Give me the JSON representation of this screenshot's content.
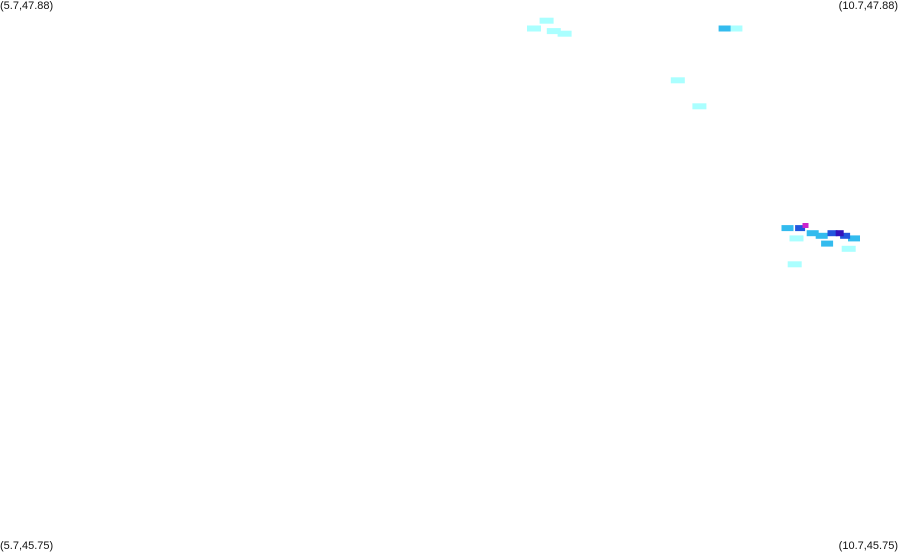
{
  "map": {
    "corners": {
      "top_left": "(5.7,47.88)",
      "top_right": "(10.7,47.88)",
      "bottom_left": "(5.7,45.75)",
      "bottom_right": "(10.7,45.75)"
    },
    "bounds": {
      "lon_min": 5.7,
      "lon_max": 10.7,
      "lat_min": 45.75,
      "lat_max": 47.88
    },
    "intensity_colors": {
      "light": "#aaffff",
      "medium": "#33bbee",
      "strong": "#2255dd",
      "very_strong": "#3311bb",
      "extreme": "#cc22cc"
    },
    "cells": [
      {
        "lon": 8.74,
        "lat": 47.8,
        "level": "light"
      },
      {
        "lon": 8.67,
        "lat": 47.77,
        "level": "light"
      },
      {
        "lon": 8.78,
        "lat": 47.76,
        "level": "light"
      },
      {
        "lon": 8.84,
        "lat": 47.75,
        "level": "light"
      },
      {
        "lon": 9.73,
        "lat": 47.77,
        "level": "medium"
      },
      {
        "lon": 9.79,
        "lat": 47.77,
        "level": "light"
      },
      {
        "lon": 9.47,
        "lat": 47.57,
        "level": "light"
      },
      {
        "lon": 9.59,
        "lat": 47.47,
        "level": "light"
      },
      {
        "lon": 10.08,
        "lat": 47.0,
        "level": "medium"
      },
      {
        "lon": 10.15,
        "lat": 47.0,
        "level": "strong"
      },
      {
        "lon": 10.18,
        "lat": 47.01,
        "level": "extreme"
      },
      {
        "lon": 10.22,
        "lat": 46.98,
        "level": "medium"
      },
      {
        "lon": 10.13,
        "lat": 46.96,
        "level": "light"
      },
      {
        "lon": 10.27,
        "lat": 46.97,
        "level": "medium"
      },
      {
        "lon": 10.33,
        "lat": 46.98,
        "level": "strong"
      },
      {
        "lon": 10.37,
        "lat": 46.98,
        "level": "very_strong"
      },
      {
        "lon": 10.4,
        "lat": 46.97,
        "level": "strong"
      },
      {
        "lon": 10.45,
        "lat": 46.96,
        "level": "medium"
      },
      {
        "lon": 10.3,
        "lat": 46.94,
        "level": "medium"
      },
      {
        "lon": 10.42,
        "lat": 46.92,
        "level": "light"
      },
      {
        "lon": 10.12,
        "lat": 46.86,
        "level": "light"
      }
    ]
  }
}
